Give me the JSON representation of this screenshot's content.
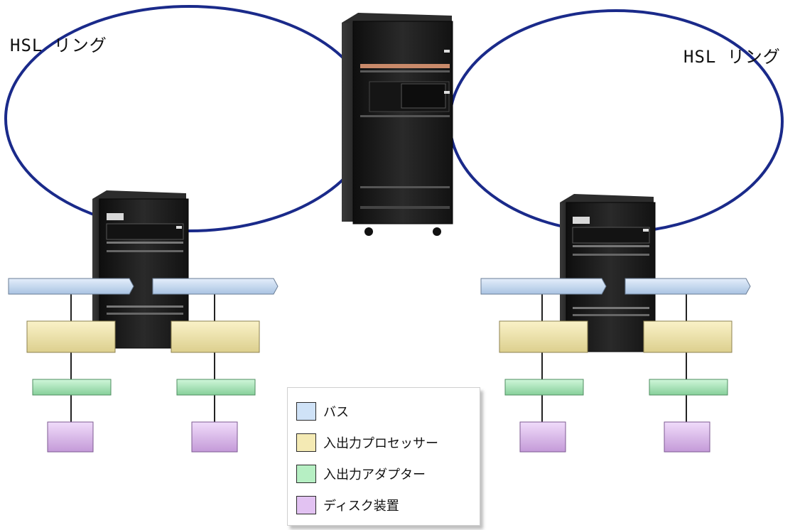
{
  "diagram": {
    "ring_left_label": "HSL リング",
    "ring_right_label": "HSL リング"
  },
  "legend": {
    "items": [
      {
        "label": "バス",
        "color": "#cfe2f7"
      },
      {
        "label": "入出力プロセッサー",
        "color": "#f4eab4"
      },
      {
        "label": "入出力アダプター",
        "color": "#b6efc3"
      },
      {
        "label": "ディスク装置",
        "color": "#e2c2f2"
      }
    ]
  },
  "colors": {
    "ring": "#1a2a8a",
    "server_body": "#1c1c1c",
    "bus": "#cfe2f7",
    "iop": "#f4eab4",
    "ioa": "#b6efc3",
    "disk": "#e2c2f2"
  }
}
